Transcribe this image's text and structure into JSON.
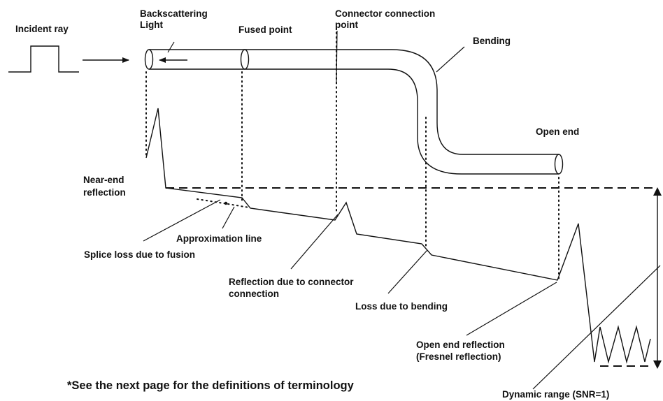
{
  "labels": {
    "incident_ray": "Incident ray",
    "backscattering_1": "Backscattering",
    "backscattering_2": "Light",
    "fused_point": "Fused point",
    "connector_1": "Connector connection",
    "connector_2": "point",
    "bending": "Bending",
    "open_end": "Open end",
    "near_end_1": "Near-end",
    "near_end_2": "reflection",
    "approximation_line": "Approximation line",
    "splice_loss": "Splice loss due to fusion",
    "reflection_connector_1": "Reflection due to connector",
    "reflection_connector_2": "connection",
    "loss_bending": "Loss due to bending",
    "open_end_reflection_1": "Open end reflection",
    "open_end_reflection_2": "(Fresnel reflection)",
    "dynamic_range": "Dynamic range (SNR=1)"
  },
  "footnote": "*See the next page for the definitions of terminology"
}
